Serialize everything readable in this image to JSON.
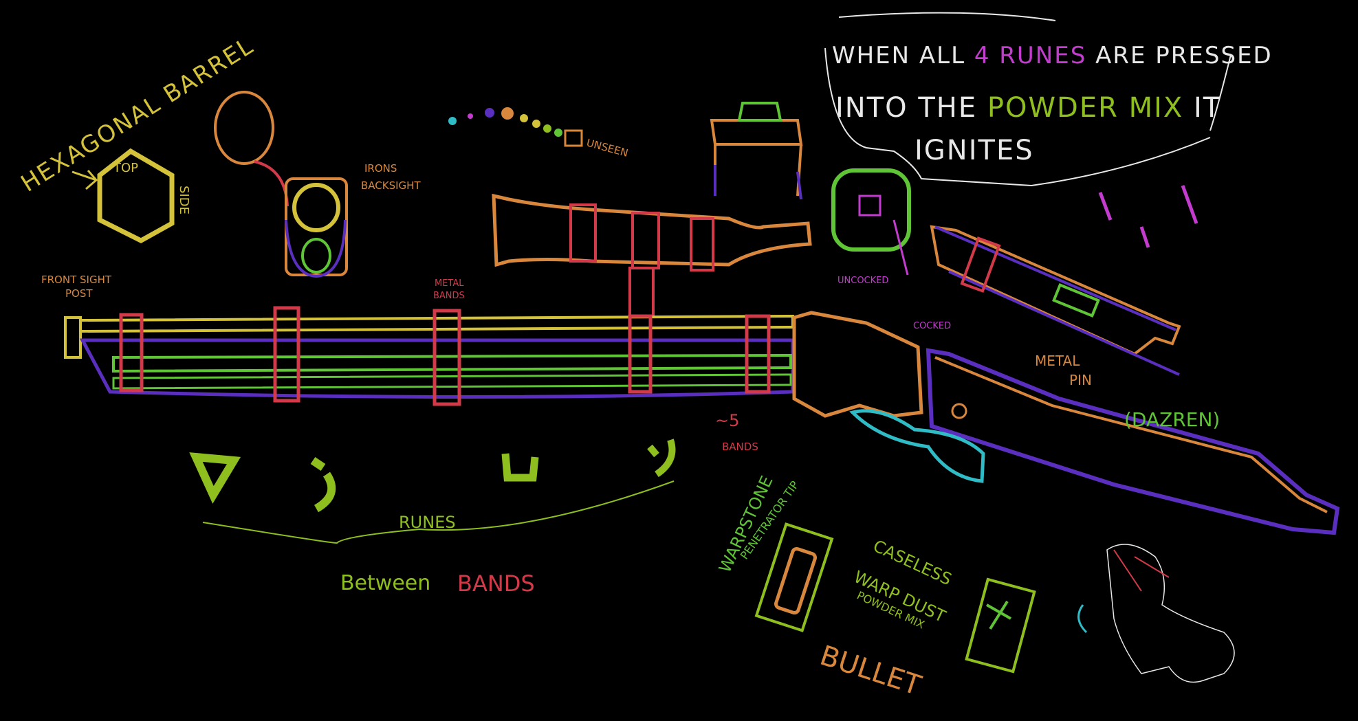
{
  "colors": {
    "background": "#000000",
    "yellow": "#d4c23a",
    "orange": "#d9873c",
    "red": "#d23a4a",
    "purple": "#5a2fc0",
    "green": "#5fc436",
    "lime": "#8fbf1e",
    "magenta": "#c43ccf",
    "cyan": "#2fbcc6",
    "white": "#e8e8e8"
  },
  "labels": {
    "hexagonal_barrel": "HEXAGONAL BARREL",
    "top": "TOP",
    "side": "SIDE",
    "irons_backsight": [
      "IRONS",
      "BACKSIGHT"
    ],
    "unseen": "UNSEEN",
    "front_sight_post": [
      "FRONT SIGHT",
      "POST"
    ],
    "metal_bands": [
      "METAL",
      "BANDS"
    ],
    "approx_5_bands": [
      "~5",
      "BANDS"
    ],
    "runes": "RUNES",
    "between": "Between",
    "bands": "BANDS",
    "uncocked": "UNCOCKED",
    "cocked": "COCKED",
    "metal_pin": [
      "METAL",
      "PIN"
    ],
    "dazren": "(DAZREN)",
    "warpstone_tip": [
      "WARPSTONE",
      "PENETRATOR TIP"
    ],
    "caseless": "CASELESS",
    "warp_dust": [
      "WARP DUST",
      "POWDER MIX"
    ],
    "bullet": "BULLET"
  },
  "speech_bubble": {
    "line1_a": "WHEN ALL ",
    "line1_b": "4 RUNES",
    "line1_c": " ARE PRESSED",
    "line2_a": "INTO THE ",
    "line2_b": "POWDER MIX",
    "line2_c": " IT",
    "line3": "IGNITES"
  }
}
